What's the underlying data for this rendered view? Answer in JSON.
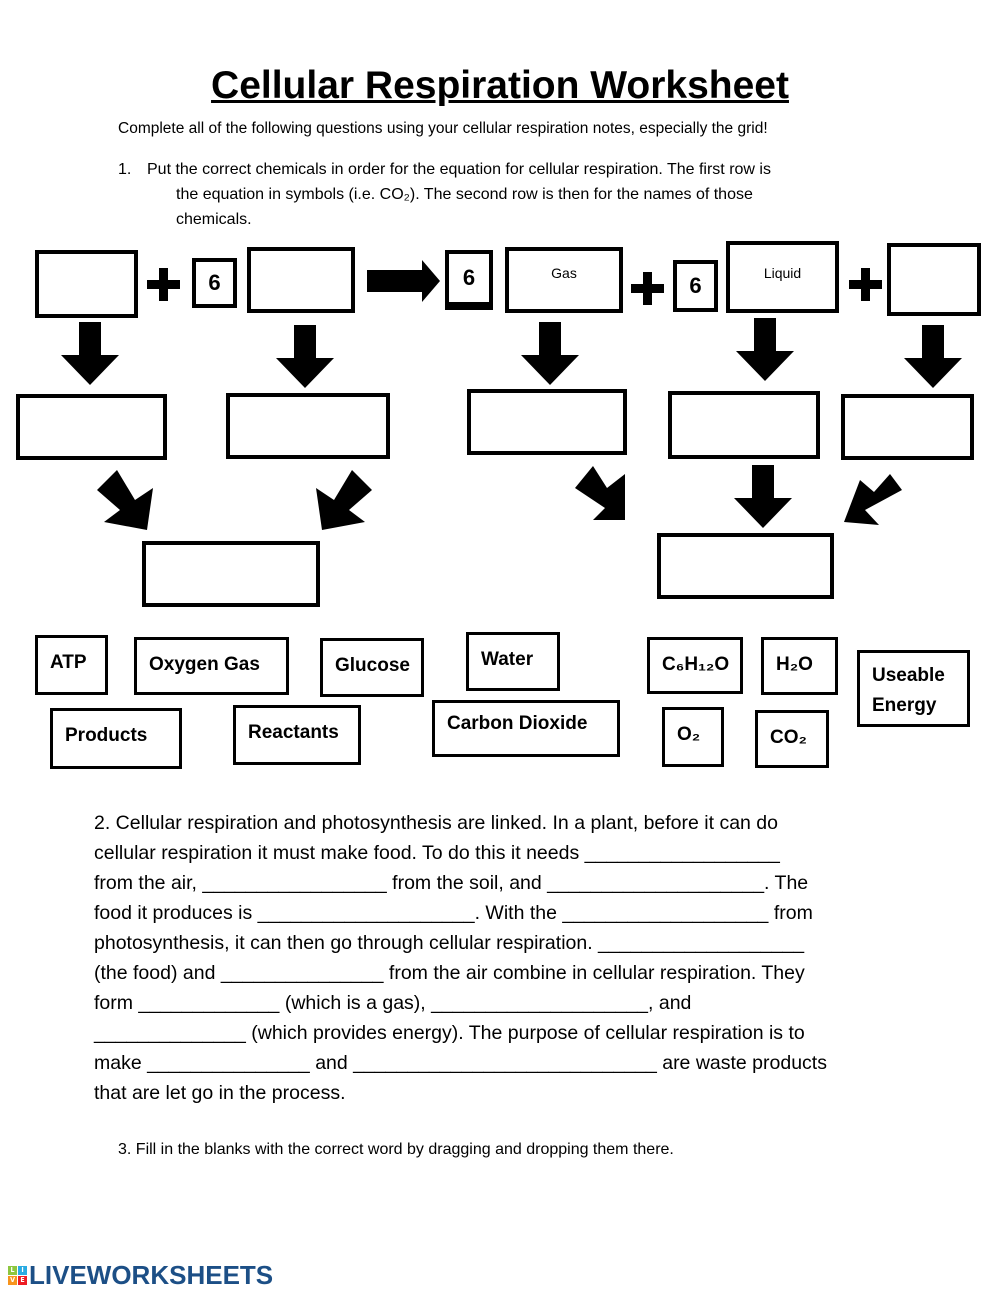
{
  "title": "Cellular Respiration Worksheet",
  "subtitle": "Complete all of the following questions using your cellular respiration notes, especially the grid!",
  "question1": {
    "number": "1.",
    "lines": [
      "Put the correct chemicals in order for the equation for cellular respiration. The first row is",
      "the equation in symbols (i.e. CO₂). The second row is then for the names of those",
      "chemicals."
    ],
    "coefficients": [
      "6",
      "6",
      "6"
    ],
    "labels": {
      "gas": "Gas",
      "liquid": "Liquid"
    }
  },
  "word_bank": [
    "ATP",
    "Oxygen Gas",
    "Glucose",
    "Water",
    "C₆H₁₂O",
    "H₂O",
    "Useable Energy",
    "Products",
    "Reactants",
    "Carbon Dioxide",
    "O₂",
    "CO₂"
  ],
  "question2": {
    "lines": [
      "2.  Cellular respiration and photosynthesis are linked. In a plant, before it can do",
      "cellular respiration it must make food. To do this it needs __________________",
      "from the air, _________________ from the soil, and ____________________. The",
      "food it produces is ____________________. With the ___________________ from",
      "photosynthesis, it can then go through cellular respiration. ___________________",
      "(the food) and _______________ from the air combine in cellular respiration. They",
      "form _____________ (which is a gas), ____________________, and",
      "______________ (which provides energy). The purpose of cellular respiration is to",
      "make _______________ and ____________________________ are waste products",
      "that are let go in the process."
    ]
  },
  "question3": "3.   Fill in the blanks with the correct word by dragging and dropping them there.",
  "logo": {
    "text": "LIVEWORKSHEETS",
    "squares": [
      "L",
      "I",
      "V",
      "E"
    ],
    "colors": [
      "#8dc63f",
      "#29abe2",
      "#f7941d",
      "#ed1c24"
    ]
  }
}
